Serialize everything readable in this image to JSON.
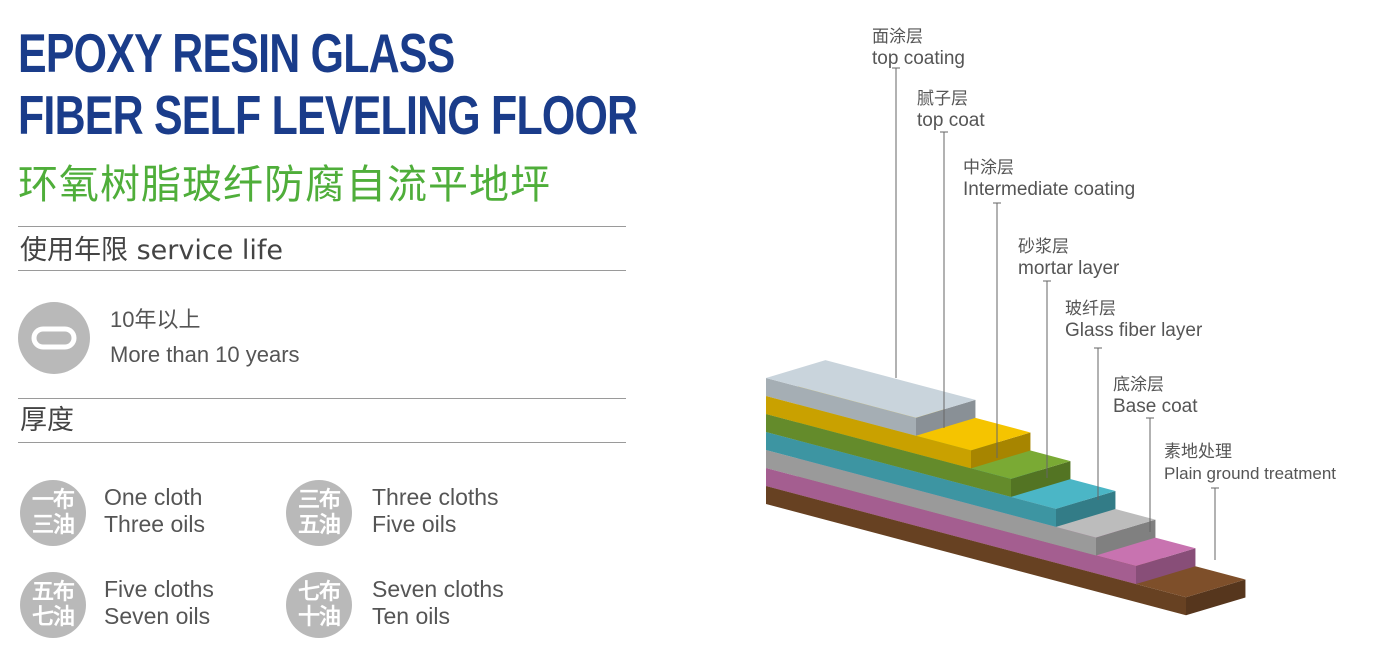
{
  "title": {
    "line1": "EPOXY RESIN GLASS",
    "line2": "FIBER SELF LEVELING FLOOR",
    "cn": "环氧树脂玻纤防腐自流平地坪"
  },
  "service_life": {
    "heading": "使用年限 service life",
    "icon": "infinity-icon",
    "cn": "10年以上",
    "en": "More than 10 years"
  },
  "thickness": {
    "heading": "厚度",
    "options": [
      {
        "badge_top": "一布",
        "badge_bottom": "三油",
        "line1": "One cloth",
        "line2": "Three oils"
      },
      {
        "badge_top": "三布",
        "badge_bottom": "五油",
        "line1": "Three cloths",
        "line2": "Five oils"
      },
      {
        "badge_top": "五布",
        "badge_bottom": "七油",
        "line1": "Five cloths",
        "line2": "Seven oils"
      },
      {
        "badge_top": "七布",
        "badge_bottom": "十油",
        "line1": "Seven cloths",
        "line2": "Ten oils"
      }
    ]
  },
  "layers": [
    {
      "cn": "面涂层",
      "en": "top coating",
      "color": "#c9d4dc"
    },
    {
      "cn": "腻子层",
      "en": "top coat",
      "color": "#f5c400"
    },
    {
      "cn": "中涂层",
      "en": "Intermediate coating",
      "color": "#7aaa34"
    },
    {
      "cn": "砂浆层",
      "en": "mortar layer",
      "color": "#4bb6c6"
    },
    {
      "cn": "玻纤层",
      "en": "Glass fiber layer",
      "color": "#bcbcbc"
    },
    {
      "cn": "底涂层",
      "en": "Base coat",
      "color": "#c873b0"
    },
    {
      "cn": "素地处理",
      "en": "Plain ground treatment",
      "color": "#7e4f2a"
    }
  ],
  "colors": {
    "title": "#1a3c8a",
    "subtitle": "#4fae3a",
    "badge": "#b9b9b9",
    "text": "#555555"
  }
}
